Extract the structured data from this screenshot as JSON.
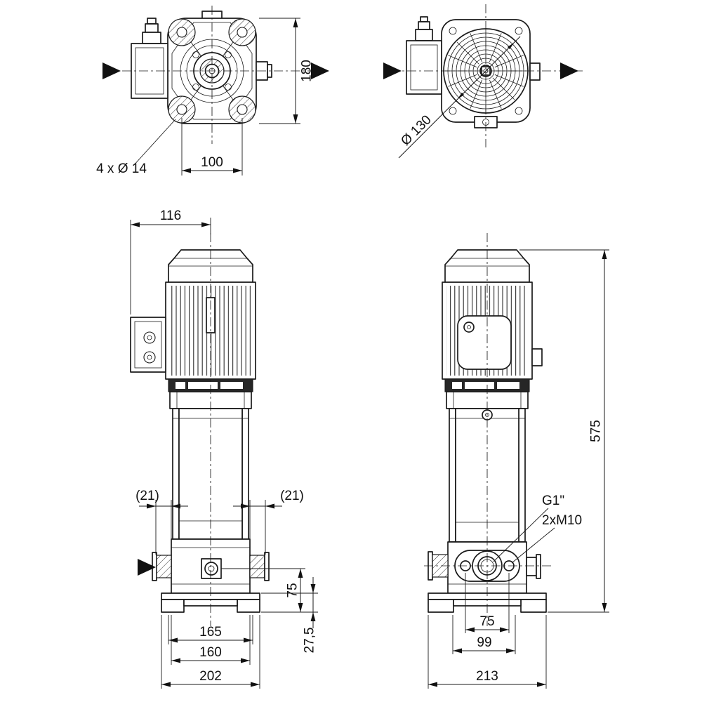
{
  "drawing": {
    "background": "#ffffff",
    "line_color": "#1a1a1a",
    "views": {
      "motor_top": {
        "name": "motor-top-view",
        "dim_height": "180",
        "dim_hole_spacing": "100",
        "label_holes": "4 x Ø 14"
      },
      "fan_top": {
        "name": "fan-cover-top-view",
        "dim_diameter": "Ø 130"
      },
      "front": {
        "name": "front-view",
        "dim_box_offset": "116",
        "dim_gap_left": "(21)",
        "dim_gap_right": "(21)",
        "dim_port_height": "75",
        "dim_base_thickness": "27,5",
        "dim_width_1": "165",
        "dim_width_2": "160",
        "dim_width_3": "202"
      },
      "side": {
        "name": "side-view",
        "dim_total_height": "575",
        "label_port_thread": "G1\"",
        "label_flange_bolts": "2xM10",
        "dim_bolt_spacing": "75",
        "dim_width_1": "99",
        "dim_width_2": "213"
      }
    }
  }
}
